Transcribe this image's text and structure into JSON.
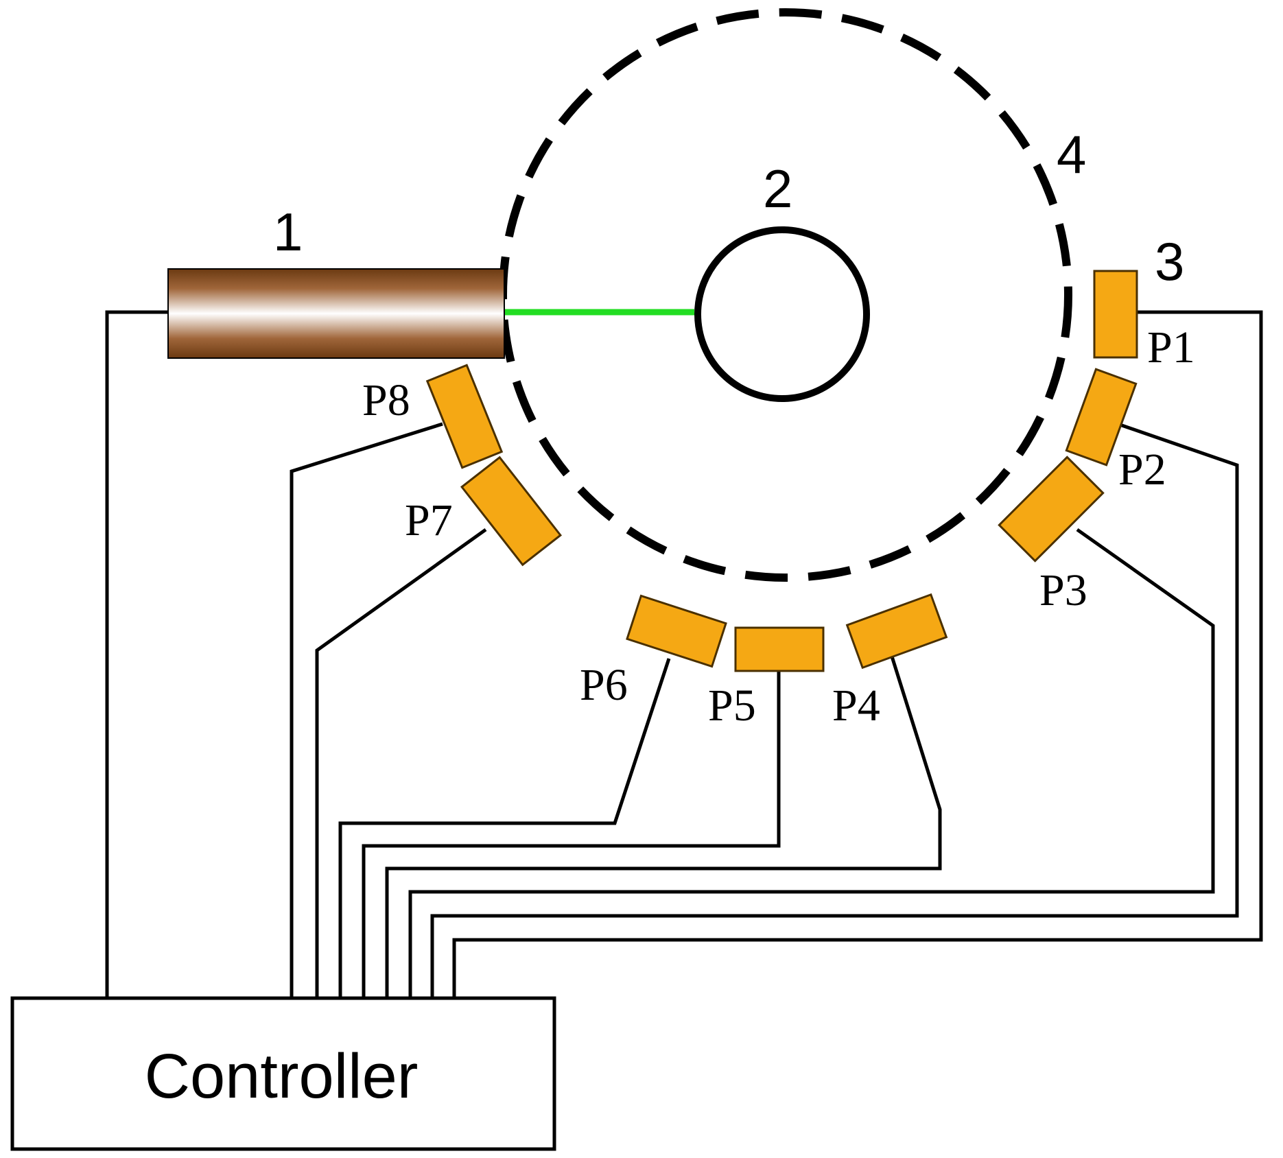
{
  "labels": {
    "laser": "1",
    "target": "2",
    "detector_group": "3",
    "chamber": "4"
  },
  "detectors": [
    {
      "id": "P1",
      "label": "P1"
    },
    {
      "id": "P2",
      "label": "P2"
    },
    {
      "id": "P3",
      "label": "P3"
    },
    {
      "id": "P4",
      "label": "P4"
    },
    {
      "id": "P5",
      "label": "P5"
    },
    {
      "id": "P6",
      "label": "P6"
    },
    {
      "id": "P7",
      "label": "P7"
    },
    {
      "id": "P8",
      "label": "P8"
    }
  ],
  "controller": {
    "label": "Controller"
  },
  "colors": {
    "detector_fill": "#f5a814",
    "beam": "#22dd22",
    "laser_dark": "#6b3a12",
    "laser_light": "#ffffff",
    "line": "#000000"
  }
}
